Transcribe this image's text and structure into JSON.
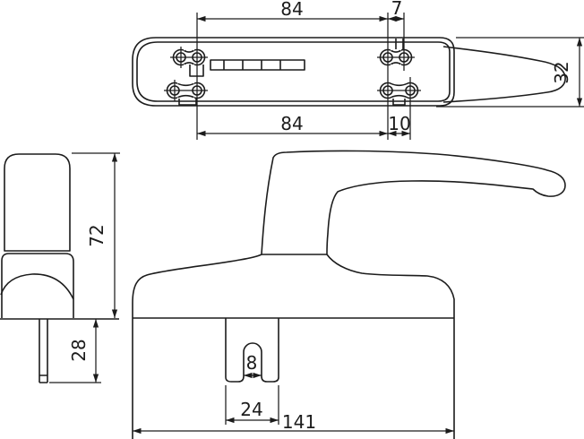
{
  "drawing": {
    "dimensions": {
      "upper_hole_span": "84",
      "upper_hole_pitch": "7",
      "plate_width": "32",
      "lower_hole_span": "84",
      "lower_hole_pitch": "10",
      "handle_height": "72",
      "spindle_length": "28",
      "spindle_slot_width": "8",
      "recess_width": "24",
      "base_length": "141"
    },
    "colors": {
      "line": "#1c1c1c",
      "background": "#ffffff"
    }
  }
}
